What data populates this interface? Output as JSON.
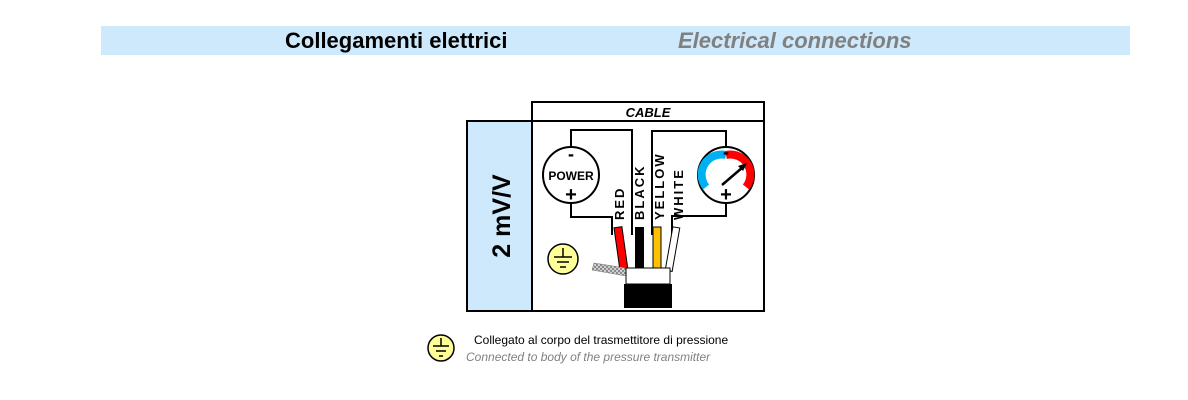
{
  "header": {
    "title_it": "Collegamenti elettrici",
    "title_en": "Electrical connections"
  },
  "diagram": {
    "cable_label": "CABLE",
    "side_label": "2 mV/V",
    "power_label": "POWER",
    "power_minus": "-",
    "power_plus": "+",
    "gauge_minus": "-",
    "gauge_plus": "+",
    "wires": [
      {
        "label": "RED",
        "color": "#ff0000"
      },
      {
        "label": "BLACK",
        "color": "#000000"
      },
      {
        "label": "YELLOW",
        "color": "#ffc000"
      },
      {
        "label": "WHITE",
        "color": "#ffffff"
      }
    ],
    "colors": {
      "side_panel": "#cde9fb",
      "ground_fill": "#ffff99",
      "gauge_blue": "#00b0f0",
      "gauge_red": "#ff0000"
    }
  },
  "legend": {
    "text_it": "Collegato al corpo del trasmettitore di pressione",
    "text_en": "Connected to body of the pressure transmitter"
  }
}
